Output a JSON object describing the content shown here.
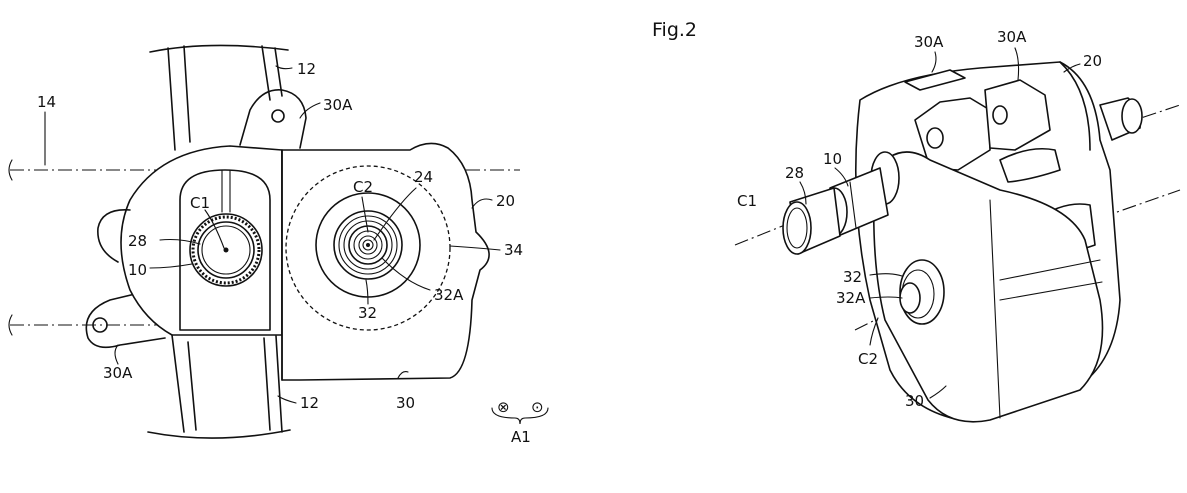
{
  "figure_title": "Fig.2",
  "left_view": {
    "labels": {
      "frame_top": "12",
      "frame_bottom": "12",
      "axis_line": "14",
      "bracket_top": "30A",
      "bracket_bottom": "30A",
      "housing": "20",
      "cover": "30",
      "output_axis": "C1",
      "crank_axis_shaft": "28",
      "sprocket_ring": "10",
      "motor_axis": "C2",
      "motor_shaft": "24",
      "gear_circle": "34",
      "motor_gear": "32",
      "motor_gear_hub": "32A",
      "direction_legend": "A1"
    },
    "direction_symbols": [
      "⊗",
      "⊙"
    ]
  },
  "right_view": {
    "labels": {
      "bracket_a": "30A",
      "bracket_b": "30A",
      "housing": "20",
      "shaft": "28",
      "ring": "10",
      "axis_c1": "C1",
      "gear": "32",
      "gear_hub": "32A",
      "axis_c2": "C2",
      "cover": "30"
    }
  }
}
